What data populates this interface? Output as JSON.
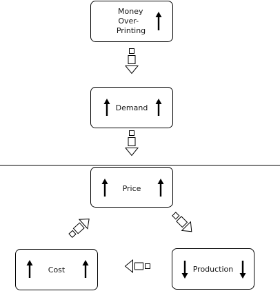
{
  "colors": {
    "stroke": "#000000",
    "fill": "#ffffff",
    "text": "#111111"
  },
  "nodes": [
    {
      "id": "money",
      "label_lines": [
        "Money",
        "Over-",
        "Printing"
      ],
      "arrows": [
        "up"
      ]
    },
    {
      "id": "demand",
      "label_lines": [
        "Demand"
      ],
      "arrows": [
        "up",
        "up"
      ]
    },
    {
      "id": "price",
      "label_lines": [
        "Price"
      ],
      "arrows": [
        "up",
        "up"
      ]
    },
    {
      "id": "cost",
      "label_lines": [
        "Cost"
      ],
      "arrows": [
        "up",
        "up"
      ]
    },
    {
      "id": "production",
      "label_lines": [
        "Production"
      ],
      "arrows": [
        "down",
        "down"
      ]
    }
  ],
  "edges": [
    {
      "from": "money",
      "to": "demand",
      "style": "hollow-block-arrow"
    },
    {
      "from": "demand",
      "to": "price",
      "style": "hollow-block-arrow"
    },
    {
      "from": "price",
      "to": "production",
      "style": "hollow-block-arrow"
    },
    {
      "from": "production",
      "to": "cost",
      "style": "hollow-block-arrow"
    },
    {
      "from": "cost",
      "to": "price",
      "style": "hollow-block-arrow"
    }
  ],
  "divider": {
    "shown": true
  }
}
